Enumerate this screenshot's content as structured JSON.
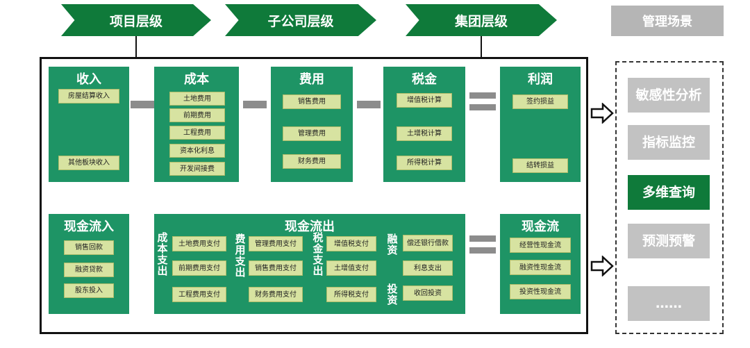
{
  "header": {
    "levels": [
      "项目层级",
      "子公司层级",
      "集团层级"
    ],
    "scene_title": "管理场景"
  },
  "top_row": {
    "income": {
      "title": "收入",
      "items": [
        "房屋结算收入",
        "其他板块收入"
      ]
    },
    "cost": {
      "title": "成本",
      "items": [
        "土地费用",
        "前期费用",
        "工程费用",
        "资本化利息",
        "开发间接费"
      ]
    },
    "expense": {
      "title": "费用",
      "items": [
        "销售费用",
        "管理费用",
        "财务费用"
      ]
    },
    "tax": {
      "title": "税金",
      "items": [
        "增值税计算",
        "土增税计算",
        "所得税计算"
      ]
    },
    "profit": {
      "title": "利润",
      "items": [
        "签约损益",
        "结转损益"
      ]
    }
  },
  "bottom_row": {
    "cash_in": {
      "title": "现金流入",
      "items": [
        "销售回款",
        "融资贷款",
        "股东投入"
      ]
    },
    "cash_out": {
      "title": "现金流出",
      "groups": [
        {
          "label": "成本支出",
          "items": [
            "土地费用支付",
            "前期费用支付",
            "工程费用支付"
          ]
        },
        {
          "label": "费用支出",
          "items": [
            "管理费用支付",
            "销售费用支付",
            "财务费用支付"
          ]
        },
        {
          "label": "税金支出",
          "items": [
            "增值税支付",
            "土增值支付",
            "所得税支付"
          ]
        },
        {
          "label_top": "融资",
          "label_bottom": "投资",
          "items": [
            "偿还银行借款",
            "利息支出",
            "收回投资"
          ]
        }
      ]
    },
    "cash_flow": {
      "title": "现金流",
      "items": [
        "经营性现金流",
        "融资性现金流",
        "投资性现金流"
      ]
    }
  },
  "scenes": [
    "敏感性分析",
    "指标监控",
    "多维查询",
    "预测预警",
    "……"
  ],
  "colors": {
    "dark_green": "#0f7a3a",
    "box_green": "#1e9465",
    "item_fill": "#d7e3a1",
    "gray": "#b5b5b5"
  }
}
